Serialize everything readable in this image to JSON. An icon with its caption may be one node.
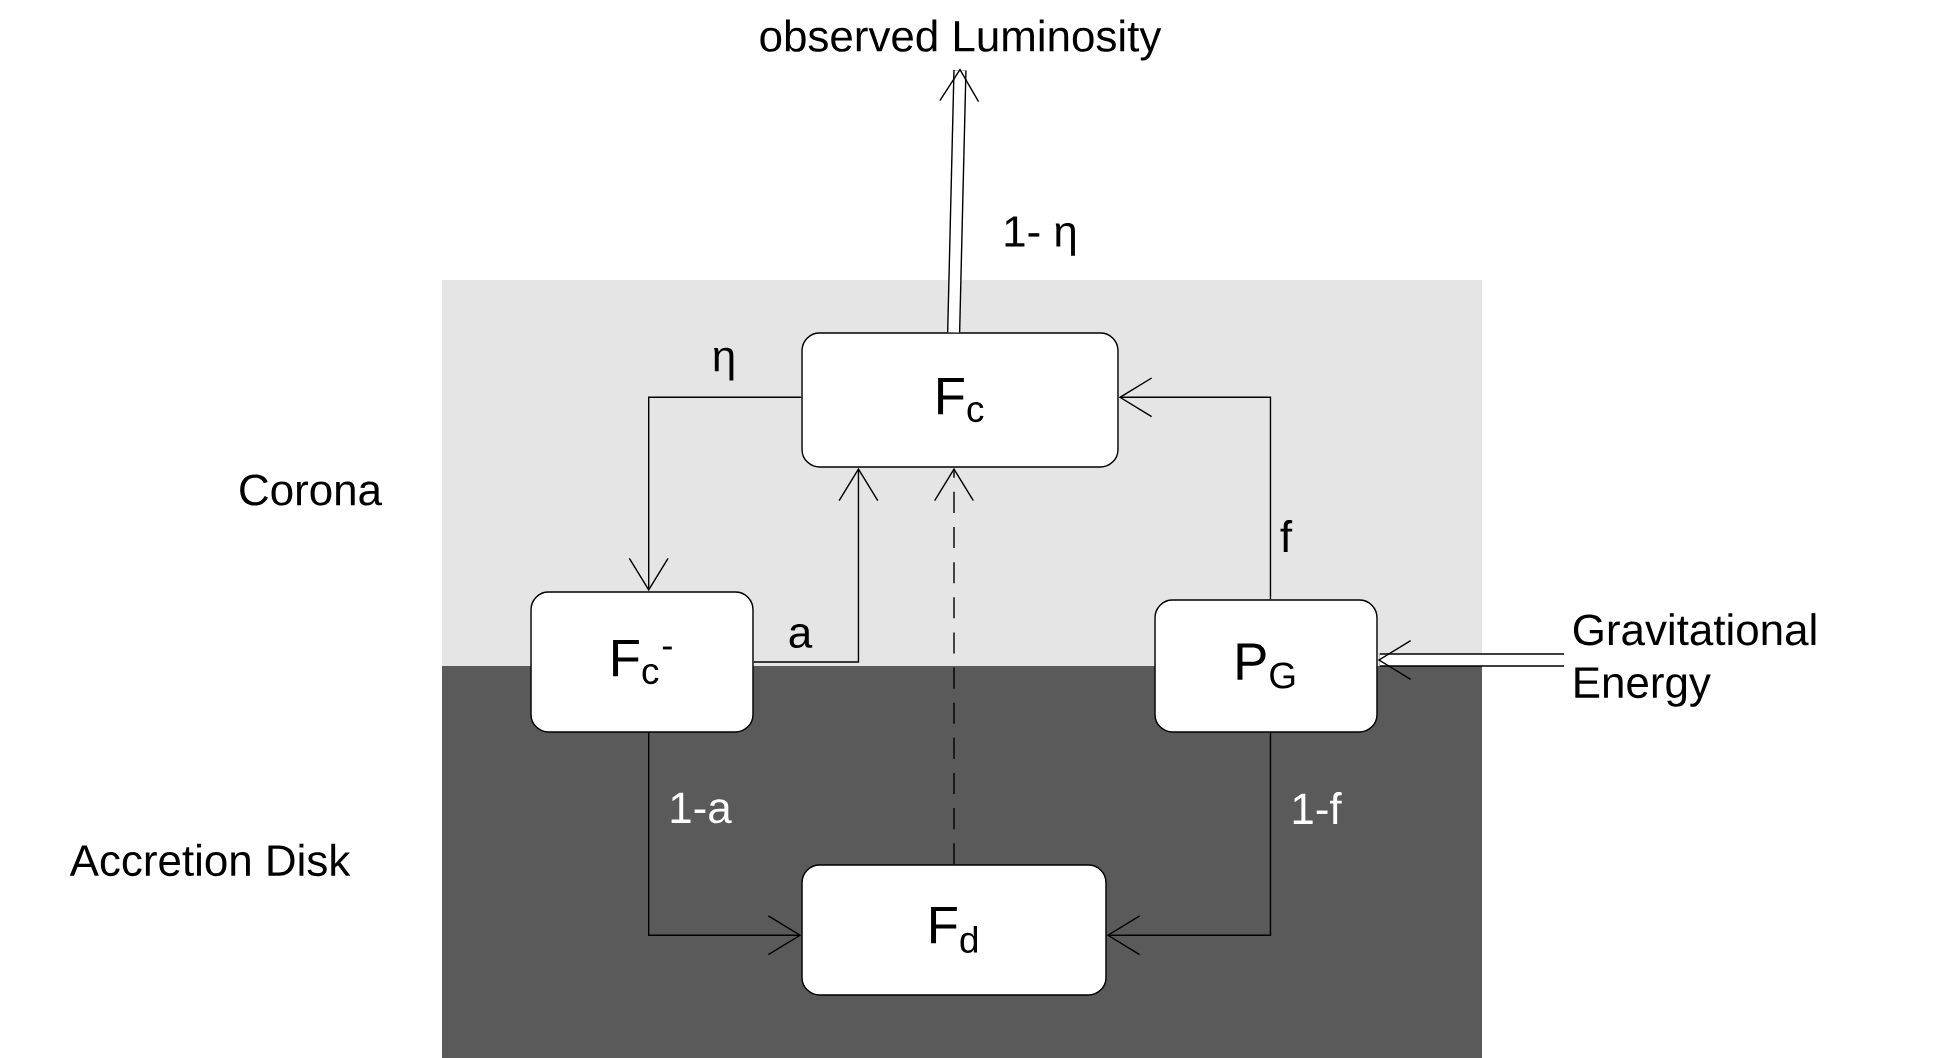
{
  "diagram": {
    "nodes": [
      {
        "text": [
          "observed Luminosity"
        ]
      },
      {
        "text": [
          "F$_{c}$"
        ]
      },
      {
        "text": [
          "F$_{c}$$^{-}$"
        ]
      },
      {
        "text": [
          "P$_{G}$"
        ]
      },
      {
        "text": [
          "F$_{d}$"
        ]
      },
      {
        "text": [
          "Gravitational Energy"
        ]
      }
    ],
    "edges": [
      {
        "from": 1,
        "to": 0,
        "arrow": "to",
        "label": "1- η",
        "style": "thick"
      },
      {
        "from": 1,
        "to": 2,
        "arrow": "to",
        "label": "η"
      },
      {
        "from": 2,
        "to": 1,
        "arrow": "to",
        "label": "a"
      },
      {
        "from": 4,
        "to": 1,
        "arrow": "to",
        "style": "dashed"
      },
      {
        "from": 3,
        "to": 1,
        "arrow": "to",
        "label": "f"
      },
      {
        "from": 2,
        "to": 4,
        "arrow": "to",
        "label": "1-a"
      },
      {
        "from": 3,
        "to": 4,
        "arrow": "to",
        "label": "1-f"
      },
      {
        "from": 5,
        "to": 3,
        "arrow": "to",
        "style": "thick"
      }
    ],
    "labels": [
      "Corona",
      "Accretion Disk"
    ]
  }
}
